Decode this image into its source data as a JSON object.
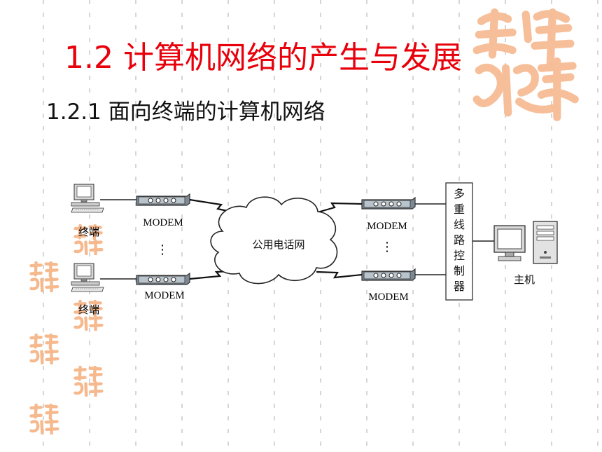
{
  "slide": {
    "title": "1.2  计算机网络的产生与发展",
    "subtitle": "1.2.1  面向终端的计算机网络"
  },
  "colors": {
    "title": "#e8000b",
    "seal": "#f6b98e",
    "grid": "#c8c8c8"
  },
  "diagram": {
    "terminal_label": "终端",
    "modem_label": "MODEM",
    "cloud_label": "公用电话网",
    "mux_label_chars": [
      "多",
      "重",
      "线",
      "路",
      "控",
      "制",
      "器"
    ],
    "host_label": "主机",
    "ellipsis": "⋮"
  },
  "icons": [
    "computer-terminal-icon",
    "modem-icon",
    "cloud-icon",
    "host-computer-icon",
    "seal-stamp-icon"
  ]
}
